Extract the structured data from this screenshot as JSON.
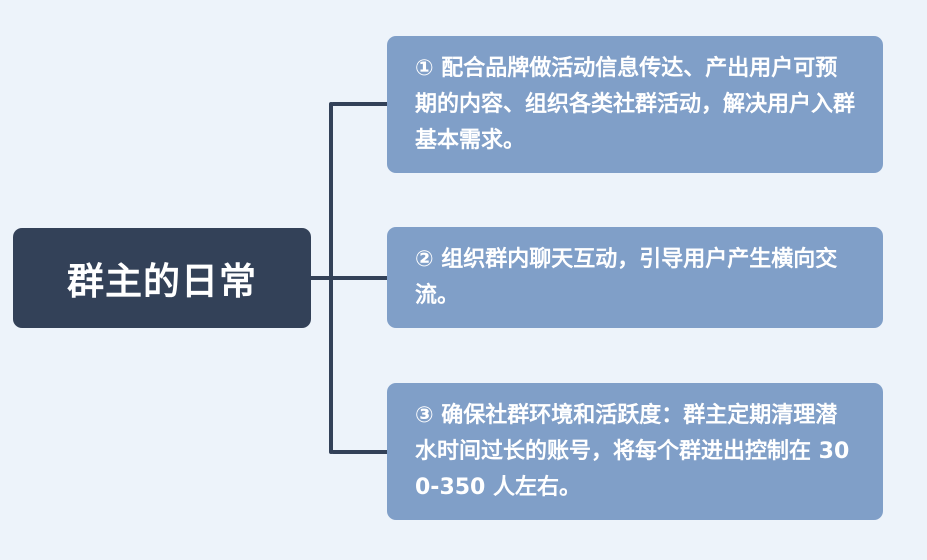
{
  "diagram": {
    "type": "mind-map",
    "root": {
      "label": "群主的日常"
    },
    "children": [
      {
        "label": "① 配合品牌做活动信息传达、产出用户可预期的内容、组织各类社群活动，解决用户入群基本需求。"
      },
      {
        "label": "② 组织群内聊天互动，引导用户产生横向交流。"
      },
      {
        "label": "③ 确保社群环境和活跃度：群主定期清理潜水时间过长的账号，将每个群进出控制在 300-350 人左右。"
      }
    ],
    "colors": {
      "background": "#edf3fa",
      "root_fill": "#334158",
      "child_fill": "#809fc8",
      "connector": "#334158",
      "text": "#ffffff"
    }
  }
}
